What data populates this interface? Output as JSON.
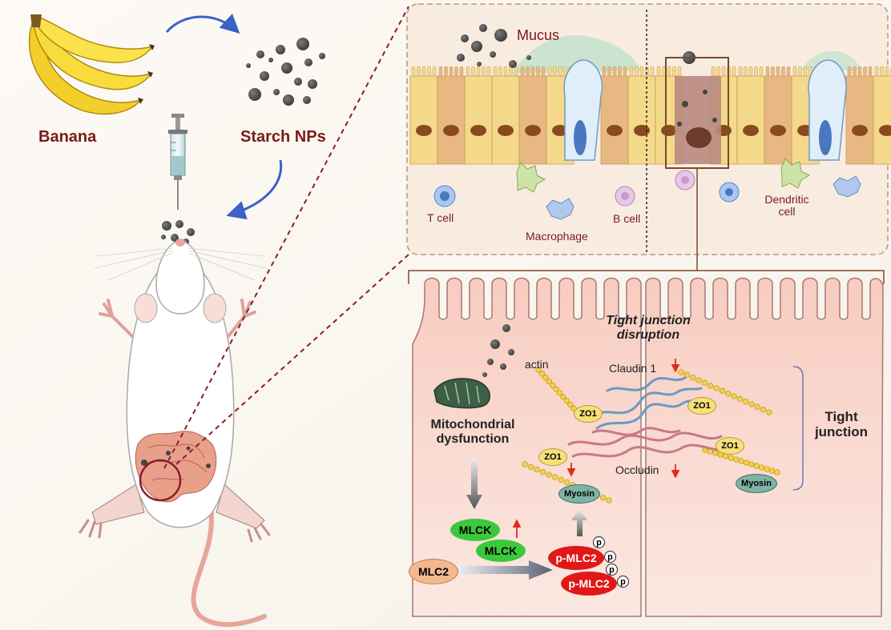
{
  "labels": {
    "banana": "Banana",
    "starch_nps": "Starch NPs",
    "mucus": "Mucus",
    "t_cell": "T cell",
    "macrophage": "Macrophage",
    "b_cell": "B cell",
    "dendritic_cell": "Dendritic cell",
    "tight_junction_disruption": "Tight junction disruption",
    "actin": "actin",
    "claudin1": "Claudin 1",
    "occludin": "Occludin",
    "tight_junction": "Tight junction",
    "mito_dysfunction": "Mitochondrial dysfunction",
    "zo1": "ZO1",
    "myosin": "Myosin",
    "mlck": "MLCK",
    "mlc2": "MLC2",
    "p_mlc2": "p-MLC2",
    "p": "p"
  },
  "colors": {
    "label_red": "#7a1a1a",
    "mlck_green": "#3cc83c",
    "pmlc2_red": "#e01818",
    "zo1_yellow": "#f6e07a",
    "myosin_teal": "#7fb3a6",
    "mlc2_peach": "#f2b98f",
    "cell_pink": "#f9d9cf",
    "up_arrow": "#e02a1a",
    "flow_arrow": "#3a62c8"
  }
}
